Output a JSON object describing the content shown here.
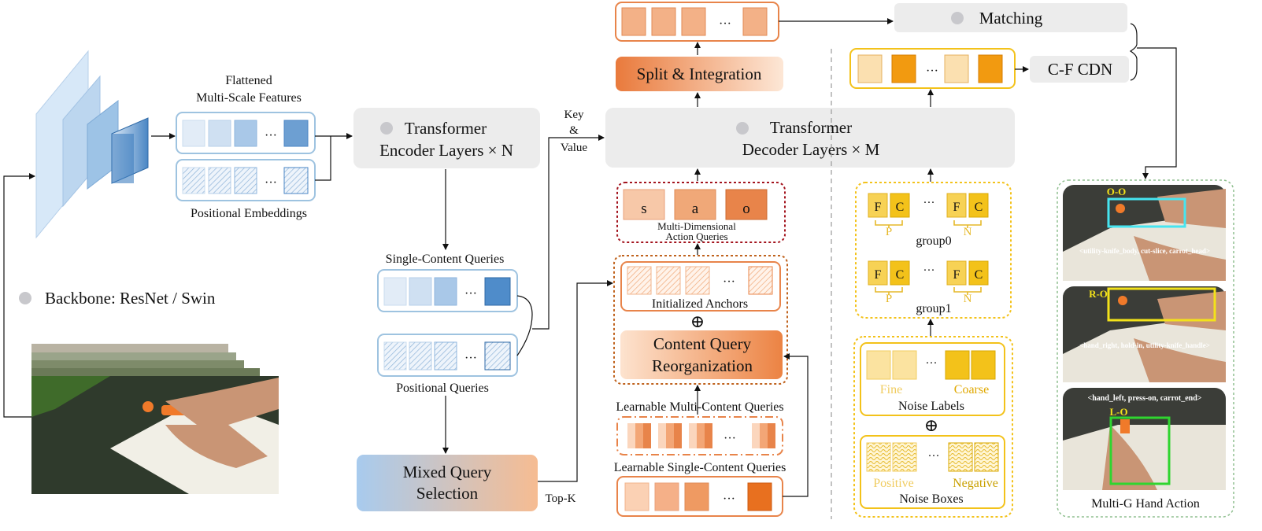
{
  "backbone": {
    "label": "Backbone: ResNet / Swin"
  },
  "features": {
    "title_line1": "Flattened",
    "title_line2": "Multi-Scale Features",
    "pos_label": "Positional Embeddings",
    "ellipsis": "···"
  },
  "encoder": {
    "line1": "Transformer",
    "line2": "Encoder Layers × N"
  },
  "key_value": {
    "line1": "Key",
    "line2": "&",
    "line3": "Value"
  },
  "single_content": {
    "label": "Single-Content Queries"
  },
  "positional_queries": {
    "label": "Positional Queries"
  },
  "mixed": {
    "line1": "Mixed Query",
    "line2": "Selection",
    "topk": "Top-K"
  },
  "top_output": {
    "ellipsis": "···"
  },
  "split": {
    "label": "Split & Integration"
  },
  "matching": {
    "label": "Matching"
  },
  "cdn": {
    "label": "C-F CDN"
  },
  "decoder": {
    "line1": "Transformer",
    "line2": "Decoder Layers × M"
  },
  "action_queries": {
    "letters": [
      "s",
      "a",
      "o"
    ],
    "line1": "Multi-Dimensional",
    "line2": "Action  Queries"
  },
  "anchors": {
    "label": "Initialized Anchors",
    "oplus": "⊕"
  },
  "content_reorg": {
    "line1": "Content Query",
    "line2": "Reorganization"
  },
  "learnable_multi": {
    "label": "Learnable Multi-Content Queries"
  },
  "learnable_single": {
    "label": "Learnable Single-Content Queries"
  },
  "groups": {
    "fc_letters": [
      "F",
      "C"
    ],
    "p_label": "P",
    "n_label": "N",
    "group0": "group0",
    "group1": "group1"
  },
  "noise": {
    "fine": "Fine",
    "coarse": "Coarse",
    "labels": "Noise Labels",
    "oplus": "⊕",
    "positive": "Positive",
    "negative": "Negative",
    "boxes": "Noise Boxes"
  },
  "examples": {
    "title": "Multi-G Hand Action",
    "items": [
      {
        "tag": "O-O",
        "caption": "<utility-knife_body, cut-slice, carrot_head>"
      },
      {
        "tag": "R-O",
        "caption": "<hand_right, hold-in, utility-knife_handle>"
      },
      {
        "tag": "L-O",
        "caption": "<hand_left, press-on, carrot_end>"
      }
    ]
  },
  "colors": {
    "blue_box": "#9ec3e0",
    "gray_box": "#ececec",
    "orange_accent": "#e8844a",
    "yellow_accent": "#f3c21a",
    "dark_red_dotted": "#a3141e",
    "green_dotted": "#8fbf8f"
  }
}
